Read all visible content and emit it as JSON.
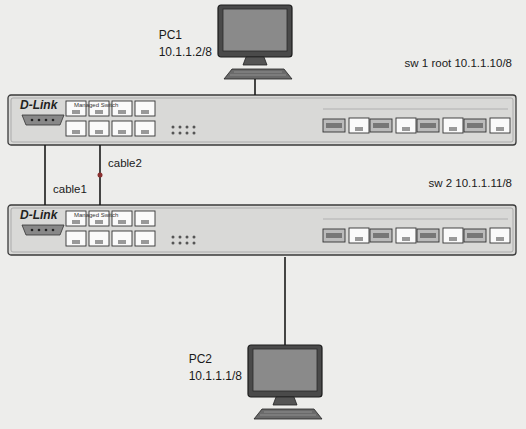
{
  "diagram": {
    "nodes": [
      {
        "text": [
          "PC1 10.1.1.2/8"
        ]
      },
      {
        "text": [
          "sw 1 root 10.1.1.10/8",
          "D-Link",
          "Managed Switch"
        ]
      },
      {
        "text": [
          "sw 2 10.1.1.11/8",
          "D-Link",
          "Managed Switch"
        ]
      },
      {
        "text": [
          "PC2 10.1.1.1/8"
        ]
      }
    ],
    "edges": [
      {
        "from": 0,
        "to": 1,
        "arrow": "none"
      },
      {
        "from": 1,
        "to": 2,
        "label": "cable1",
        "arrow": "none"
      },
      {
        "from": 1,
        "to": 2,
        "label": "cable2",
        "arrow": "none"
      },
      {
        "from": 2,
        "to": 3,
        "arrow": "none"
      }
    ]
  }
}
